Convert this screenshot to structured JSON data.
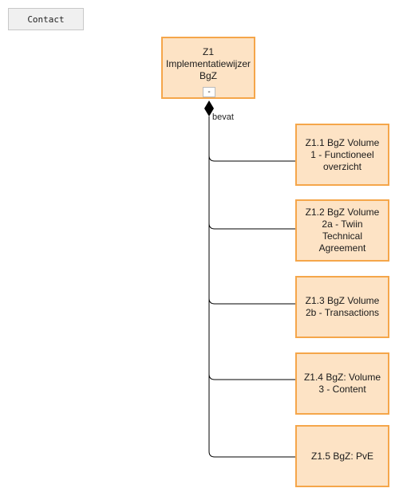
{
  "contact_button": "Contact",
  "root": {
    "line1": "Z1",
    "line2": "Implementatiewijzer",
    "line3": "BgZ",
    "collapse": "-"
  },
  "edge_label": "bevat",
  "children": [
    "Z1.1 BgZ Volume 1 - Functioneel overzicht",
    "Z1.2 BgZ Volume 2a - Twiin Technical Agreement",
    "Z1.3 BgZ Volume 2b - Transactions",
    "Z1.4 BgZ: Volume 3 - Content",
    "Z1.5 BgZ: PvE"
  ],
  "colors": {
    "node_fill": "#fde3c5",
    "node_border": "#f5a64a",
    "line": "#000000"
  }
}
